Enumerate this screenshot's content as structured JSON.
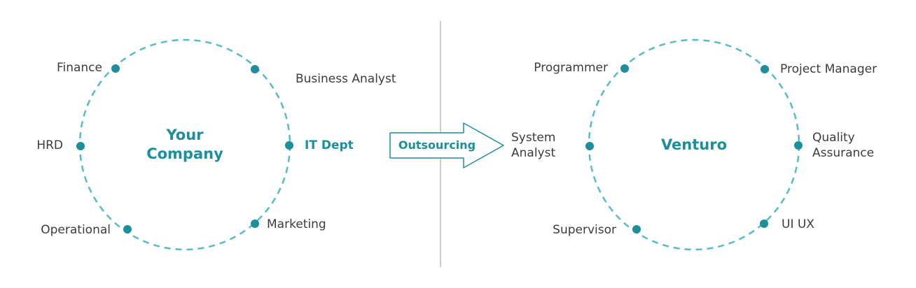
{
  "colors": {
    "accent": "#1b8f9b",
    "ring": "#56bcc7",
    "divider": "#bdbdbd",
    "text": "#3c3c3c"
  },
  "left": {
    "center": "Your\nCompany",
    "nodes": {
      "finance": "Finance",
      "business_analyst": "Business Analyst",
      "hrd": "HRD",
      "it_dept": "IT Dept",
      "operational": "Operational",
      "marketing": "Marketing"
    }
  },
  "arrow": {
    "label": "Outsourcing"
  },
  "right": {
    "center": "Venturo",
    "nodes": {
      "programmer": "Programmer",
      "project_manager": "Project Manager",
      "system_analyst": "System\nAnalyst",
      "quality_assurance": "Quality\nAssurance",
      "supervisor": "Supervisor",
      "ui_ux": "UI UX"
    }
  }
}
